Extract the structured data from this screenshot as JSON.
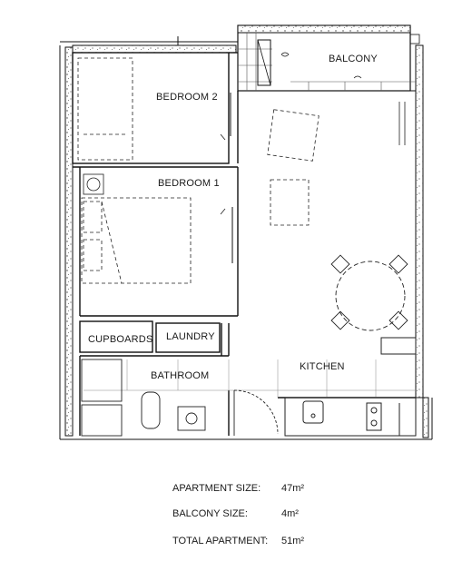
{
  "rooms": {
    "bedroom2": "BEDROOM 2",
    "bedroom1": "BEDROOM 1",
    "balcony": "BALCONY",
    "cupboards": "CUPBOARDS",
    "laundry": "LAUNDRY",
    "bathroom": "BATHROOM",
    "kitchen": "KITCHEN"
  },
  "summary": [
    {
      "label": "APARTMENT SIZE:",
      "value": "47m²"
    },
    {
      "label": "BALCONY SIZE:",
      "value": "4m²"
    },
    {
      "label": "TOTAL APARTMENT:",
      "value": "51m²"
    }
  ]
}
